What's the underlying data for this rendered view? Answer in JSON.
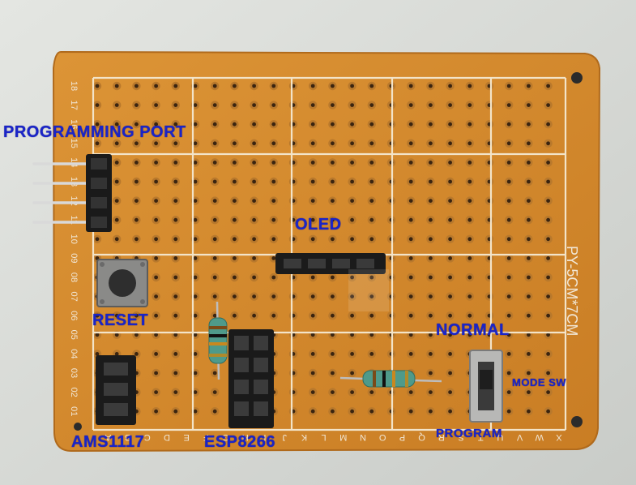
{
  "board": {
    "silkscreen_marking": "PY-5CM*7CM",
    "row_numbers": [
      "18",
      "17",
      "16",
      "15",
      "14",
      "13",
      "12",
      "11",
      "10",
      "09",
      "08",
      "07",
      "06",
      "05",
      "04",
      "03",
      "02",
      "01"
    ],
    "column_letters": [
      "X",
      "W",
      "V",
      "U",
      "T",
      "S",
      "R",
      "Q",
      "P",
      "O",
      "N",
      "M",
      "L",
      "K",
      "J",
      "I",
      "H",
      "G",
      "F",
      "E",
      "D",
      "C",
      "B",
      "A"
    ]
  },
  "labels": {
    "programming_port": "PROGRAMMING PORT",
    "oled": "OLED",
    "reset": "RESET",
    "normal": "NORMAL",
    "mode_sw": "MODE SW",
    "program": "PROGRAM",
    "ams1117": "AMS1117",
    "esp8266": "ESP8266"
  },
  "colors": {
    "background": "#d9dcd9",
    "pcb": "#d58a2c",
    "label_text": "#1a24c8"
  }
}
